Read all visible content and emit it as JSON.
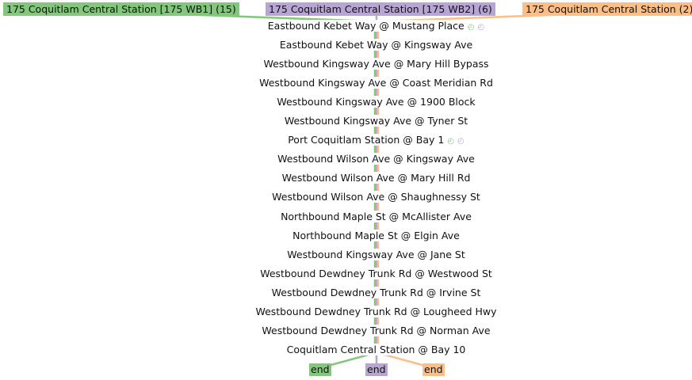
{
  "colors": {
    "green": "#82c77c",
    "purple": "#b7a5d4",
    "orange": "#fbbe87"
  },
  "branches": [
    {
      "label": "175 Coquitlam Central Station [175 WB1] (15)",
      "color": "#82c77c"
    },
    {
      "label": "175 Coquitlam Central Station [175 WB2] (6)",
      "color": "#b7a5d4"
    },
    {
      "label": "175 Coquitlam Central Station (2)",
      "color": "#fbbe87"
    }
  ],
  "stops": [
    {
      "name": "Eastbound Kebet Way @ Mustang Place",
      "icons": [
        "clock-icon-green",
        "clock-icon-purple"
      ]
    },
    {
      "name": "Eastbound Kebet Way @ Kingsway Ave",
      "icons": []
    },
    {
      "name": "Westbound Kingsway Ave @ Mary Hill Bypass",
      "icons": []
    },
    {
      "name": "Westbound Kingsway Ave @ Coast Meridian Rd",
      "icons": []
    },
    {
      "name": "Westbound Kingsway Ave @ 1900 Block",
      "icons": []
    },
    {
      "name": "Westbound Kingsway Ave @ Tyner St",
      "icons": []
    },
    {
      "name": "Port Coquitlam Station @ Bay 1",
      "icons": [
        "clock-icon-green",
        "clock-icon-purple"
      ]
    },
    {
      "name": "Westbound Wilson Ave @ Kingsway Ave",
      "icons": []
    },
    {
      "name": "Westbound Wilson Ave @ Mary Hill Rd",
      "icons": []
    },
    {
      "name": "Westbound Wilson Ave @ Shaughnessy St",
      "icons": []
    },
    {
      "name": "Northbound Maple St @ McAllister Ave",
      "icons": []
    },
    {
      "name": "Northbound Maple St @ Elgin Ave",
      "icons": []
    },
    {
      "name": "Westbound Kingsway Ave @ Jane St",
      "icons": []
    },
    {
      "name": "Westbound Dewdney Trunk Rd @ Westwood St",
      "icons": []
    },
    {
      "name": "Westbound Dewdney Trunk Rd @ Irvine St",
      "icons": []
    },
    {
      "name": "Westbound Dewdney Trunk Rd @ Lougheed Hwy",
      "icons": []
    },
    {
      "name": "Westbound Dewdney Trunk Rd @ Norman Ave",
      "icons": []
    },
    {
      "name": "Coquitlam Central Station @ Bay 10",
      "icons": []
    }
  ],
  "ends": [
    {
      "label": "end",
      "color": "#82c77c"
    },
    {
      "label": "end",
      "color": "#b7a5d4"
    },
    {
      "label": "end",
      "color": "#fbbe87"
    }
  ],
  "clock_glyph": "◴"
}
